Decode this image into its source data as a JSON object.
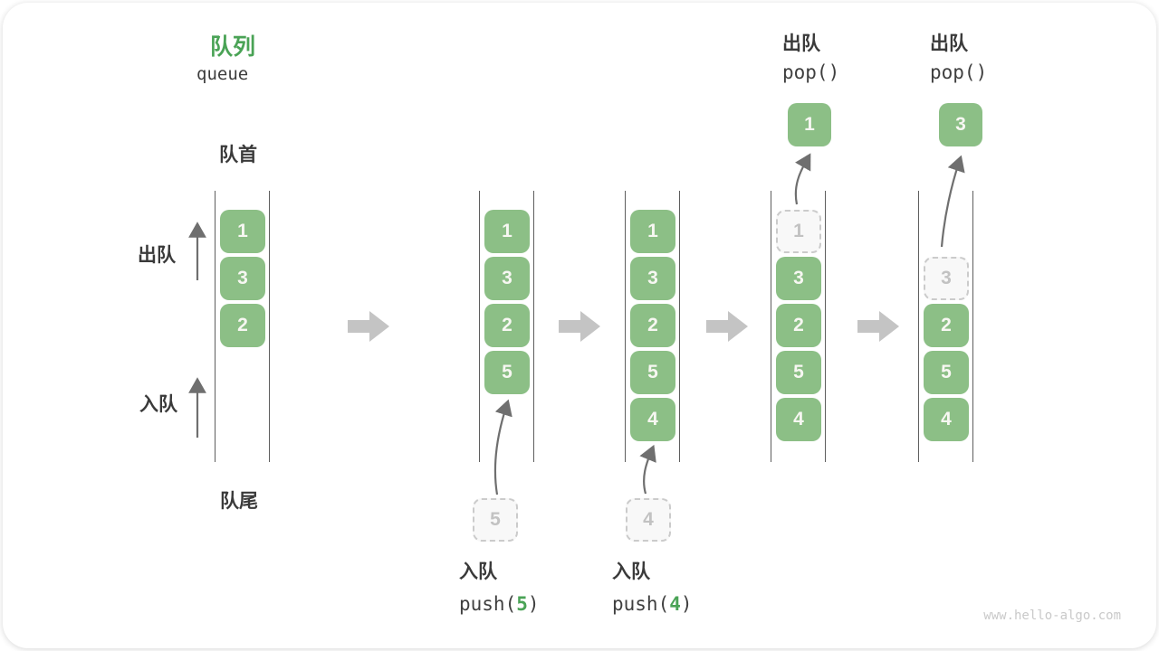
{
  "title": {
    "zh": "队列",
    "en": "queue"
  },
  "labels": {
    "front": "队首",
    "rear": "队尾",
    "dequeue_side": "出队",
    "enqueue_side": "入队"
  },
  "states": [
    {
      "slots": [
        "1",
        "3",
        "2"
      ]
    },
    {
      "slots": [
        "1",
        "3",
        "2",
        "5"
      ]
    },
    {
      "slots": [
        "1",
        "3",
        "2",
        "5",
        "4"
      ]
    },
    {
      "slots": [
        "1",
        "3",
        "2",
        "5",
        "4"
      ]
    },
    {
      "slots": [
        "3",
        "2",
        "5",
        "4"
      ]
    }
  ],
  "operations": {
    "enqueue5": {
      "label": "入队",
      "code_prefix": "push(",
      "code_arg": "5",
      "code_suffix": ")",
      "staged": "5"
    },
    "enqueue4": {
      "label": "入队",
      "code_prefix": "push(",
      "code_arg": "4",
      "code_suffix": ")",
      "staged": "4"
    },
    "dequeue1": {
      "label": "出队",
      "code": "pop()",
      "popped": "1"
    },
    "dequeue3": {
      "label": "出队",
      "code": "pop()",
      "popped": "3"
    }
  },
  "colors": {
    "box_green": "#8CBF86",
    "accent_green": "#4AA356",
    "text_dark": "#3A3A3A",
    "block_arrow_gray": "#C4C4C4",
    "thin_arrow_gray": "#6F6F6F",
    "dashed_gray": "#CBCBCB"
  },
  "watermark": "www.hello-algo.com"
}
